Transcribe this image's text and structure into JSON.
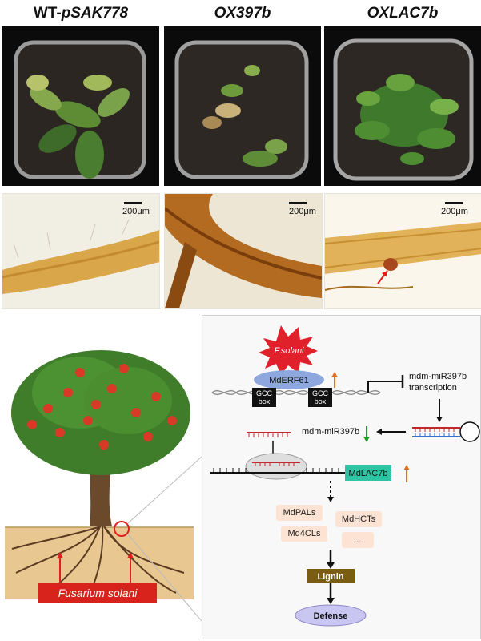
{
  "columns": [
    {
      "label_prefix": "WT-",
      "label_italic": "pSAK778"
    },
    {
      "label_prefix": "",
      "label_italic": "OX397b"
    },
    {
      "label_prefix": "",
      "label_italic": "OXLAC7b"
    }
  ],
  "scale_bar": "200μm",
  "diagram": {
    "pathogen_burst": "F.solani",
    "tf_label": "MdERF61",
    "gcc_box": [
      "GCC",
      "box"
    ],
    "transcription_label": [
      "mdm-miR397b",
      "transcription"
    ],
    "mirna_label": "mdm-miR397b",
    "target_label": "MdLAC7b",
    "enzymes": [
      "MdPALs",
      "MdHCTs",
      "Md4CLs",
      "..."
    ],
    "lignin": "Lignin",
    "defense": "Defense"
  },
  "tree_label": "Fusarium solani",
  "colors": {
    "up_arrow": "#e07020",
    "down_arrow": "#1f9a2a",
    "burst": "#e0202a",
    "erf_oval": "#8ea8df",
    "lac7b_box": "#2ec4a4",
    "lignin_box": "#7a5c12",
    "defense_cloud": "#c9c6f2",
    "pathogen_label_bg": "#d8231c"
  }
}
